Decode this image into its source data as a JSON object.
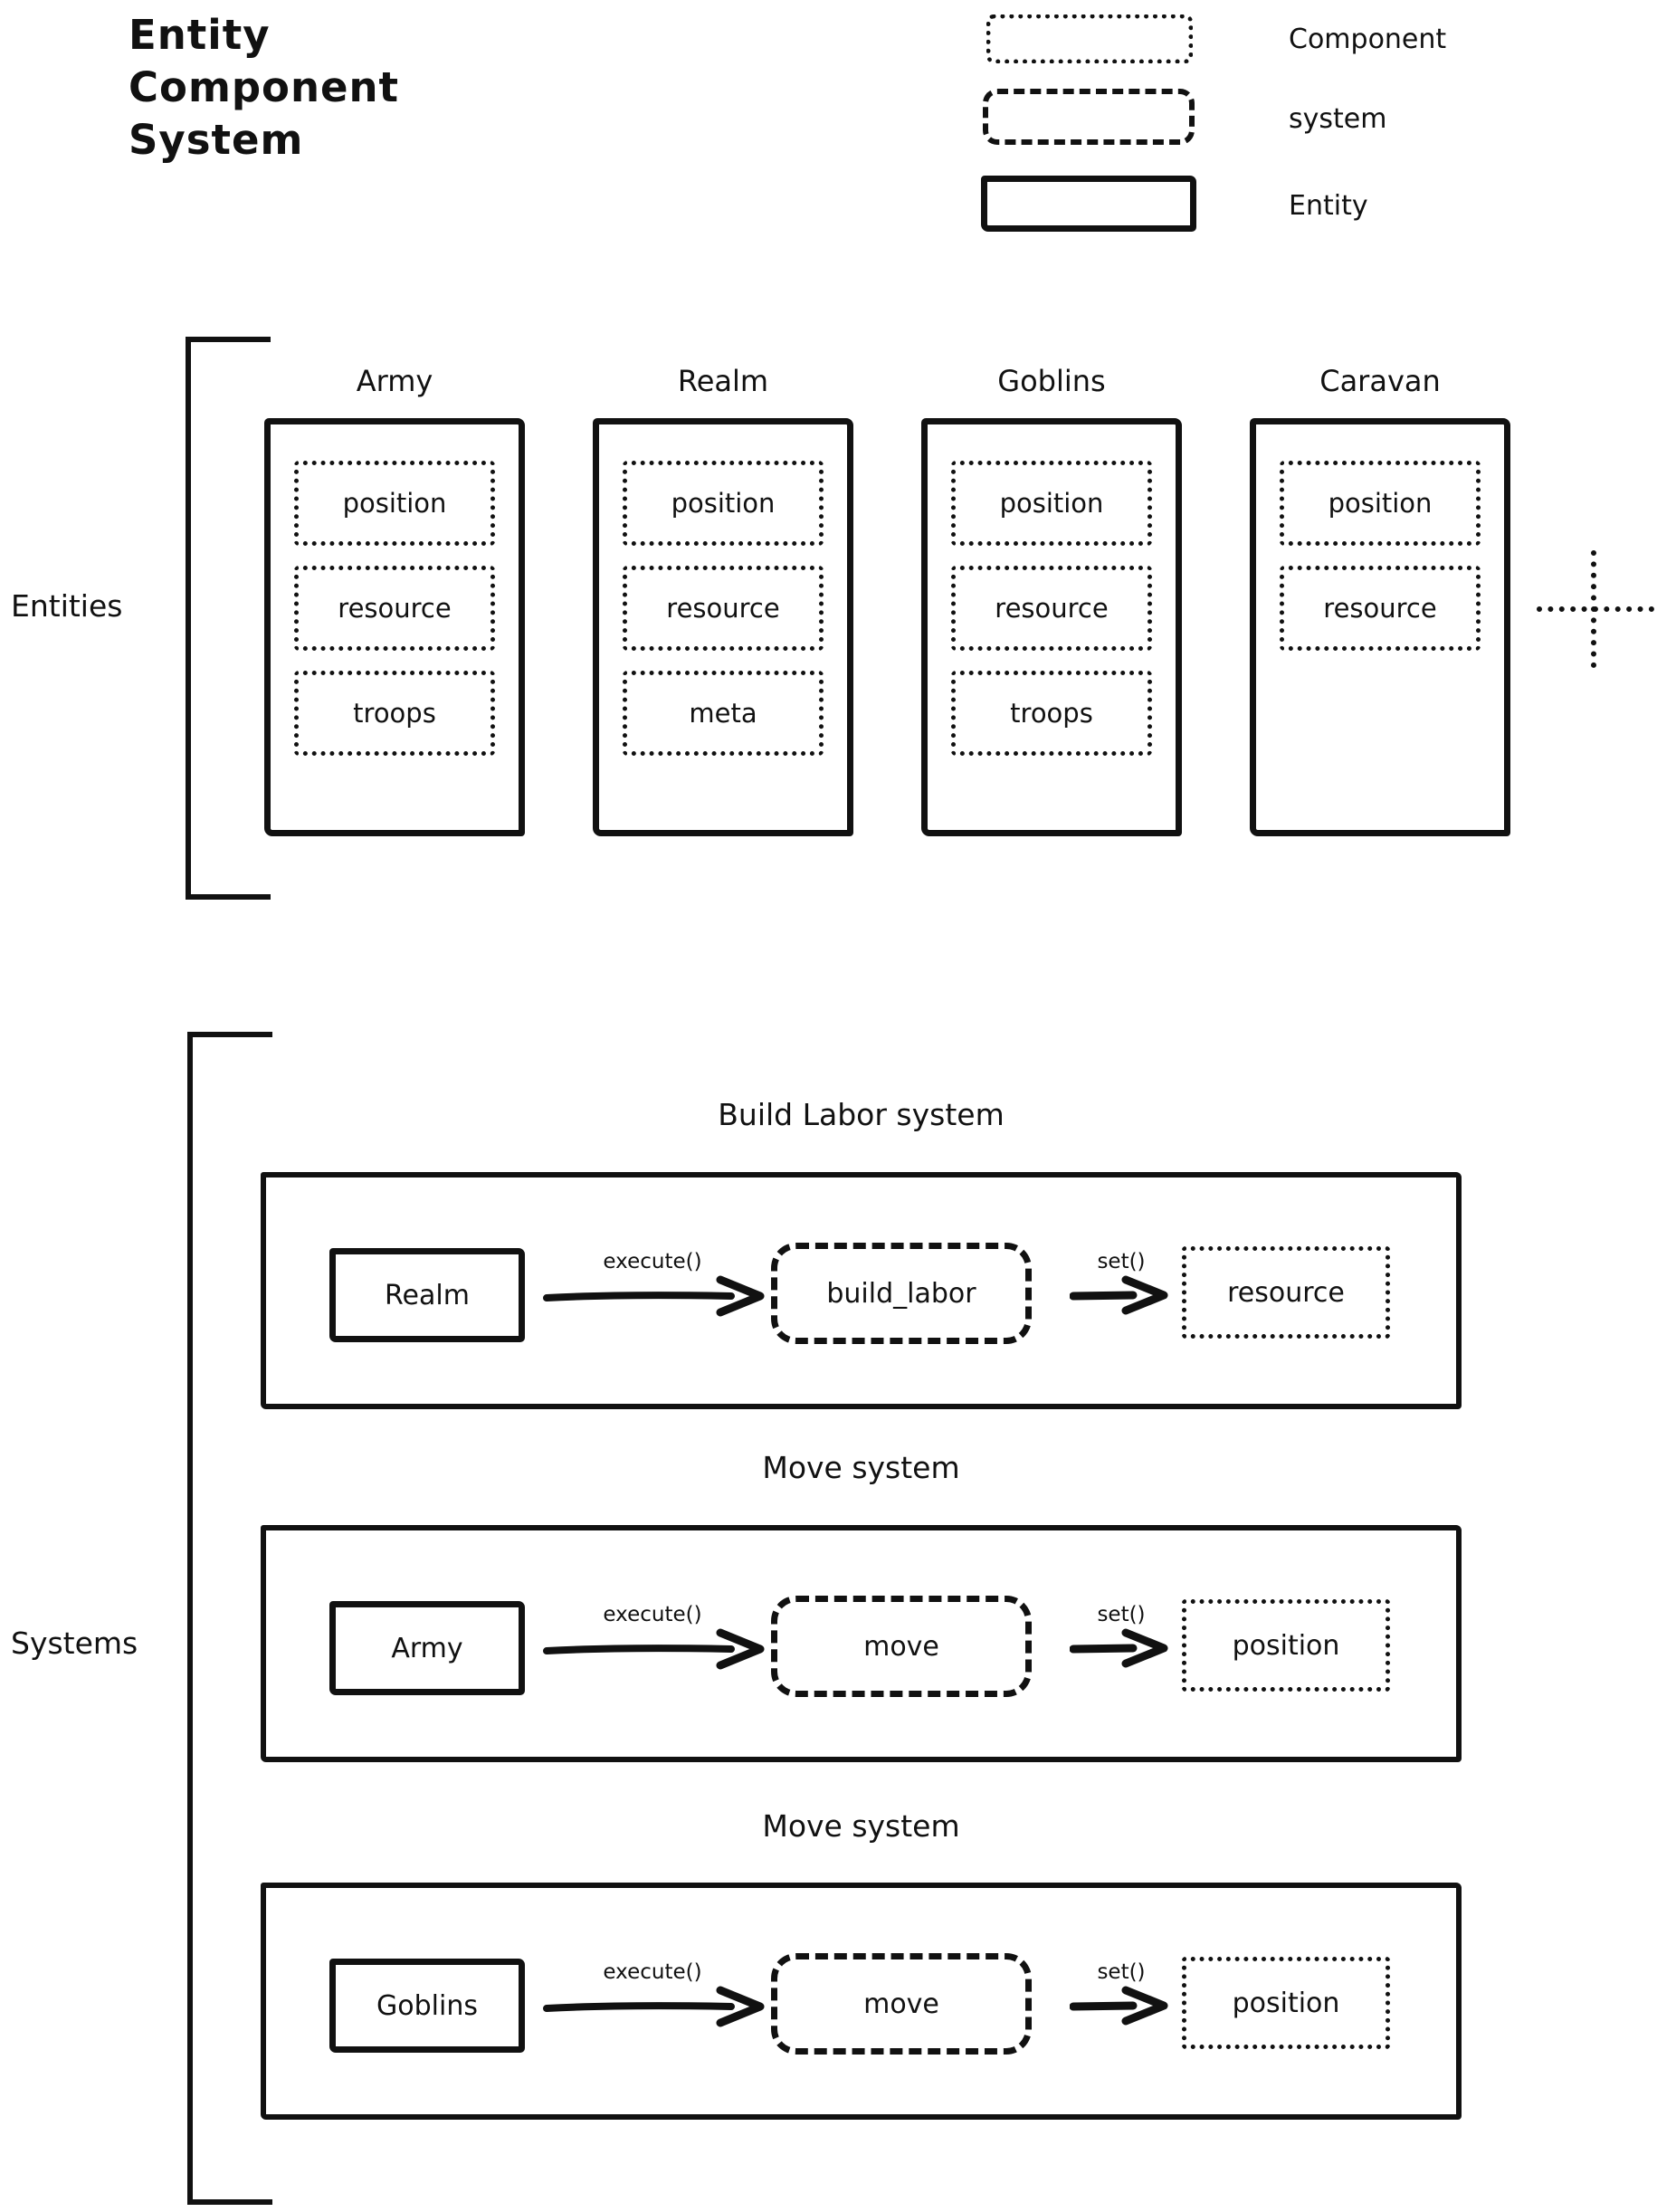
{
  "title": {
    "line1": "Entity",
    "line2": "Component",
    "line3": "System"
  },
  "legend": {
    "items": [
      {
        "label": "Component",
        "style": "dotted"
      },
      {
        "label": "system",
        "style": "dashed"
      },
      {
        "label": "Entity",
        "style": "solid"
      }
    ]
  },
  "entities_section": {
    "label": "Entities",
    "entities": [
      {
        "name": "Army",
        "components": [
          "position",
          "resource",
          "troops"
        ]
      },
      {
        "name": "Realm",
        "components": [
          "position",
          "resource",
          "meta"
        ]
      },
      {
        "name": "Goblins",
        "components": [
          "position",
          "resource",
          "troops"
        ]
      },
      {
        "name": "Caravan",
        "components": [
          "position",
          "resource"
        ]
      }
    ]
  },
  "systems_section": {
    "label": "Systems",
    "systems": [
      {
        "title": "Build Labor system",
        "entity": "Realm",
        "call_label": "execute()",
        "system": "build_labor",
        "set_label": "set()",
        "component": "resource"
      },
      {
        "title": "Move system",
        "entity": "Army",
        "call_label": "execute()",
        "system": "move",
        "set_label": "set()",
        "component": "position"
      },
      {
        "title": "Move system",
        "entity": "Goblins",
        "call_label": "execute()",
        "system": "move",
        "set_label": "set()",
        "component": "position"
      }
    ]
  },
  "colors": {
    "ink": "#111111",
    "background": "#ffffff"
  }
}
